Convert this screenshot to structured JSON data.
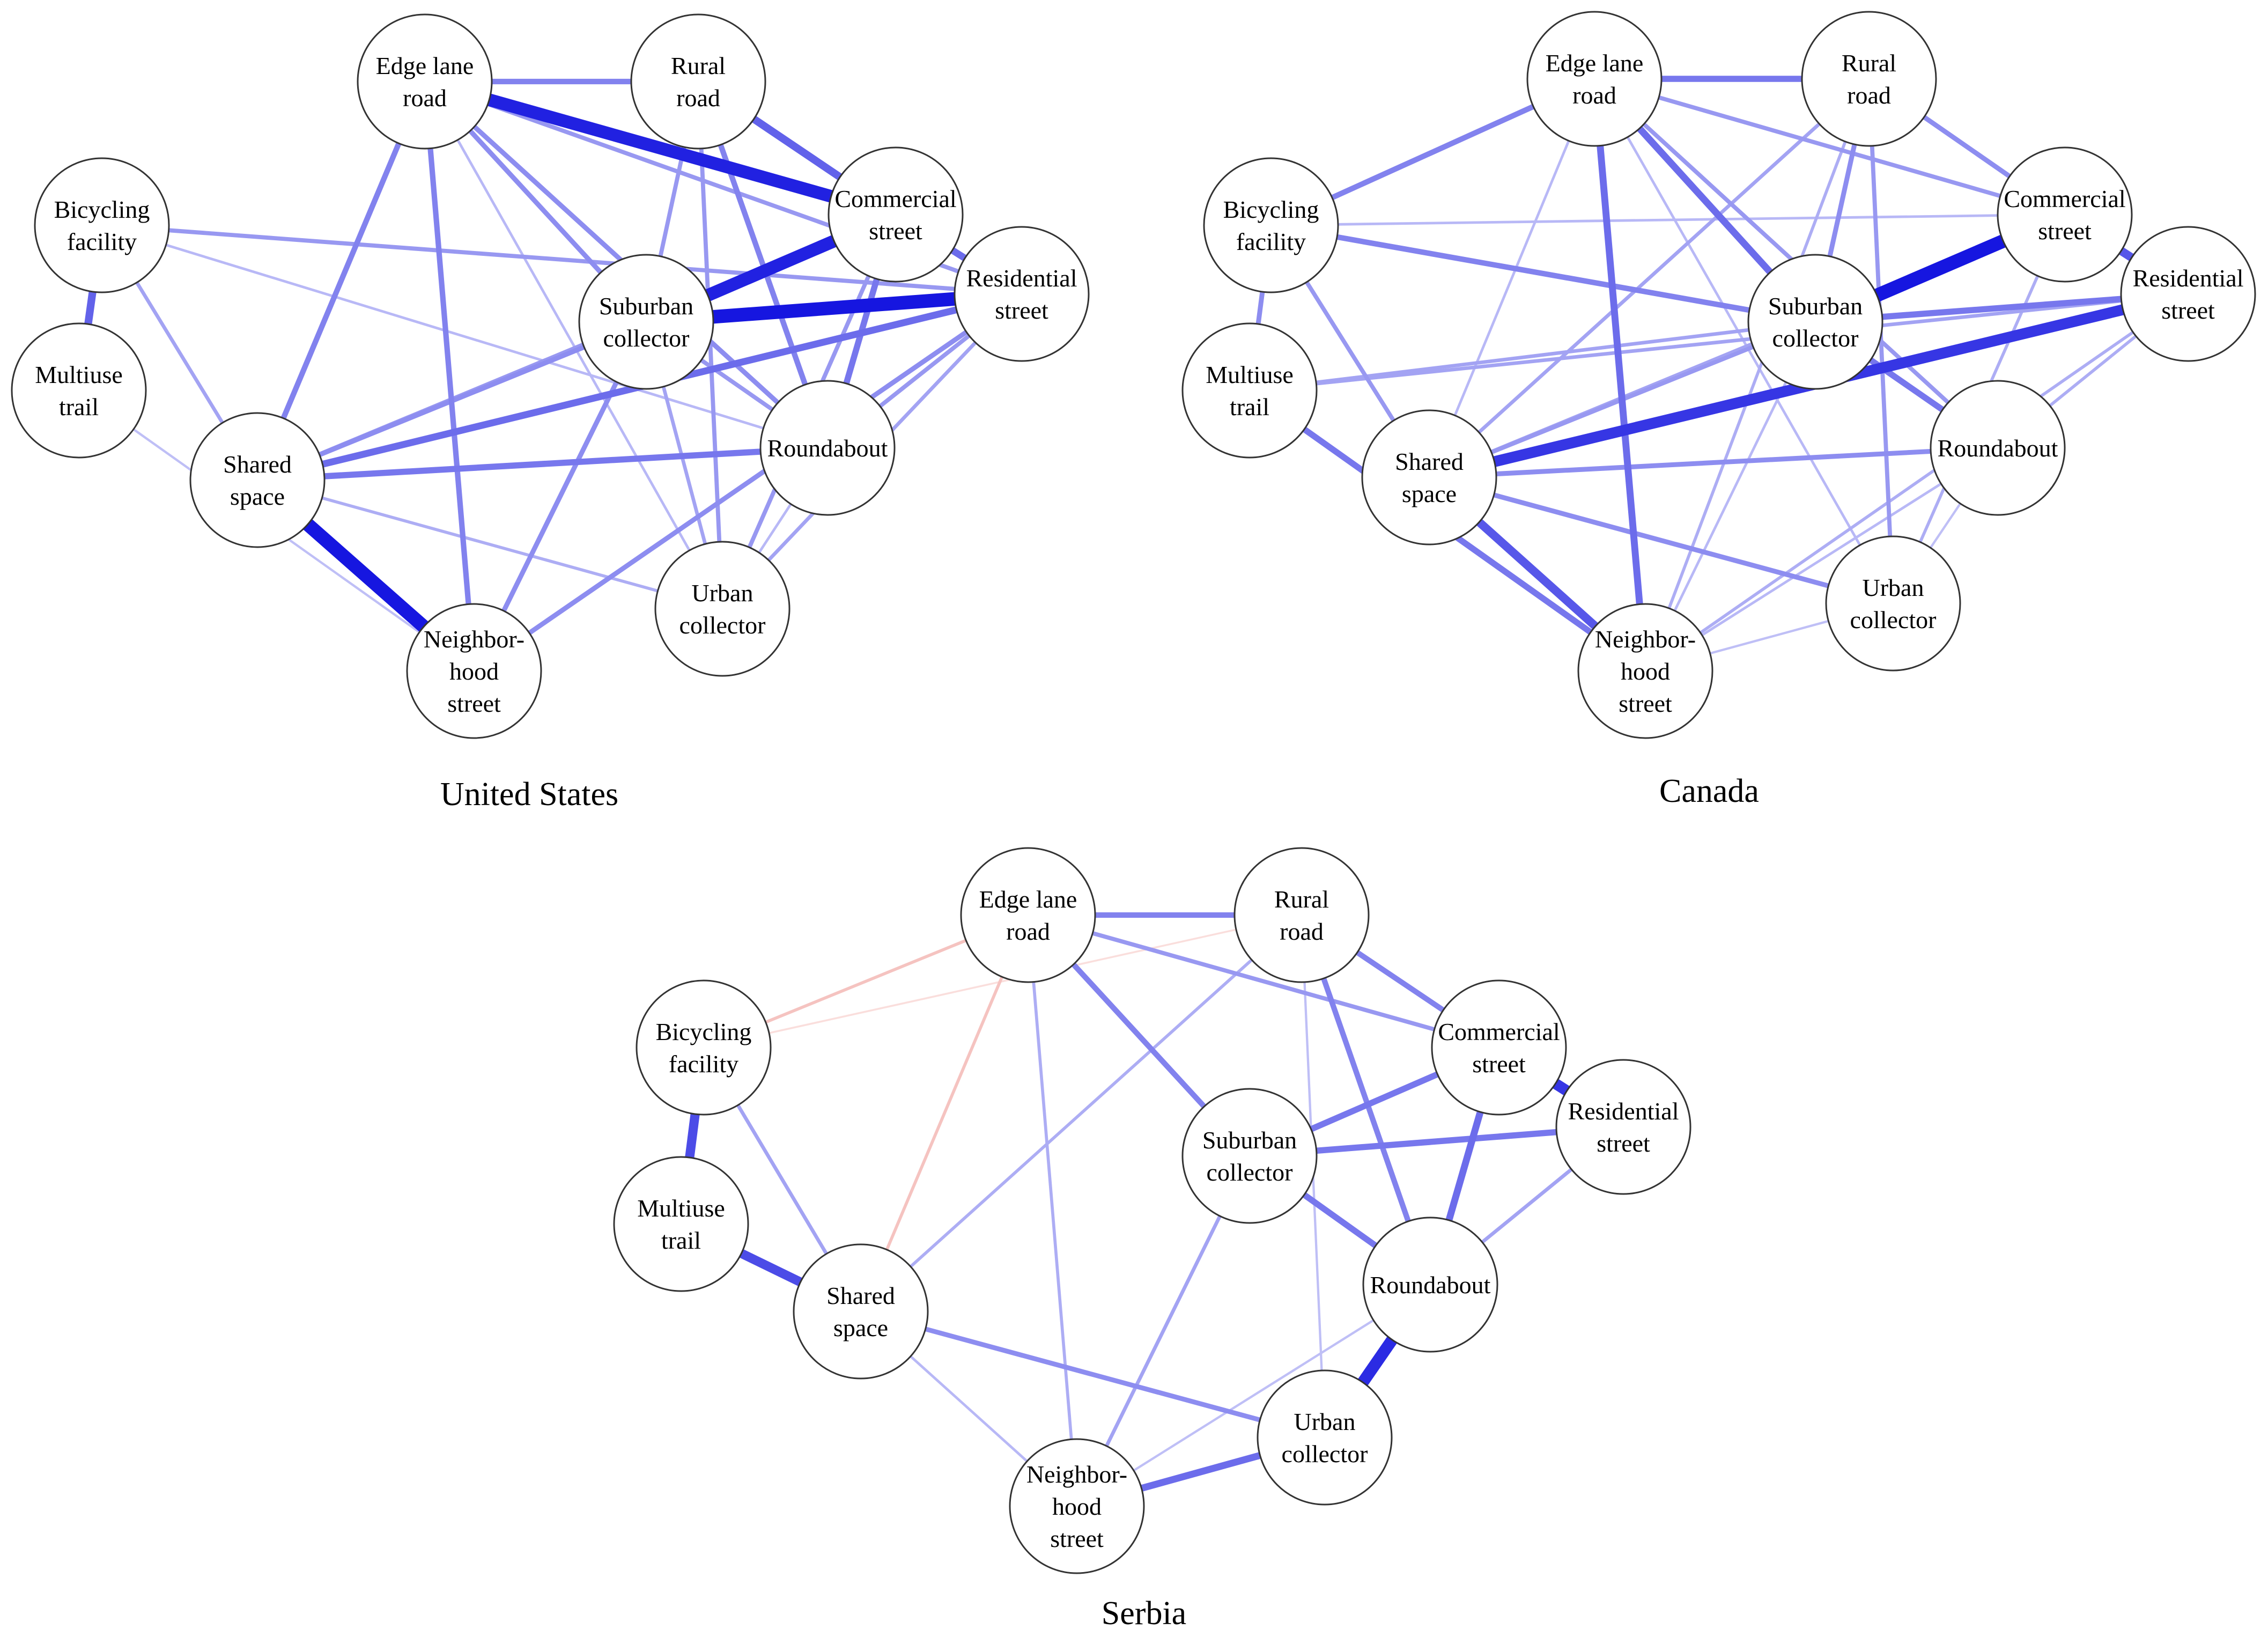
{
  "colors": {
    "positive": "#0000dd",
    "negative": "#e8706a",
    "node_fill": "#ffffff",
    "node_stroke": "#333333",
    "background": "#ffffff"
  },
  "nodes": [
    {
      "id": "edge",
      "lines": [
        "Edge lane",
        "road"
      ]
    },
    {
      "id": "rural",
      "lines": [
        "Rural",
        "road"
      ]
    },
    {
      "id": "bike",
      "lines": [
        "Bicycling",
        "facility"
      ]
    },
    {
      "id": "commercial",
      "lines": [
        "Commercial",
        "street"
      ]
    },
    {
      "id": "residential",
      "lines": [
        "Residential",
        "street"
      ]
    },
    {
      "id": "suburban",
      "lines": [
        "Suburban",
        "collector"
      ]
    },
    {
      "id": "multiuse",
      "lines": [
        "Multiuse",
        "trail"
      ]
    },
    {
      "id": "shared",
      "lines": [
        "Shared",
        "space"
      ]
    },
    {
      "id": "roundabout",
      "lines": [
        "Roundabout"
      ]
    },
    {
      "id": "urban",
      "lines": [
        "Urban",
        "collector"
      ]
    },
    {
      "id": "neighborhood",
      "lines": [
        "Neighbor-",
        "hood",
        "street"
      ]
    }
  ],
  "networks": [
    {
      "caption": "United States",
      "edges": [
        [
          "edge",
          "commercial",
          0.85
        ],
        [
          "suburban",
          "commercial",
          0.85
        ],
        [
          "suburban",
          "residential",
          0.9
        ],
        [
          "shared",
          "neighborhood",
          0.9
        ],
        [
          "bike",
          "multiuse",
          0.55
        ],
        [
          "rural",
          "commercial",
          0.55
        ],
        [
          "edge",
          "rural",
          0.4
        ],
        [
          "commercial",
          "residential",
          0.5
        ],
        [
          "shared",
          "residential",
          0.5
        ],
        [
          "shared",
          "roundabout",
          0.45
        ],
        [
          "edge",
          "shared",
          0.4
        ],
        [
          "edge",
          "neighborhood",
          0.4
        ],
        [
          "edge",
          "suburban",
          0.35
        ],
        [
          "edge",
          "residential",
          0.3
        ],
        [
          "edge",
          "roundabout",
          0.35
        ],
        [
          "rural",
          "suburban",
          0.3
        ],
        [
          "rural",
          "roundabout",
          0.4
        ],
        [
          "rural",
          "urban",
          0.3
        ],
        [
          "commercial",
          "roundabout",
          0.45
        ],
        [
          "commercial",
          "shared",
          0.3
        ],
        [
          "commercial",
          "urban",
          0.3
        ],
        [
          "suburban",
          "shared",
          0.35
        ],
        [
          "suburban",
          "neighborhood",
          0.35
        ],
        [
          "suburban",
          "roundabout",
          0.3
        ],
        [
          "suburban",
          "urban",
          0.25
        ],
        [
          "residential",
          "roundabout",
          0.3
        ],
        [
          "residential",
          "neighborhood",
          0.35
        ],
        [
          "residential",
          "urban",
          0.25
        ],
        [
          "bike",
          "residential",
          0.3
        ],
        [
          "bike",
          "shared",
          0.25
        ],
        [
          "bike",
          "roundabout",
          0.15
        ],
        [
          "multiuse",
          "neighborhood",
          0.12
        ],
        [
          "shared",
          "urban",
          0.2
        ],
        [
          "roundabout",
          "urban",
          0.15
        ],
        [
          "edge",
          "urban",
          0.15
        ]
      ]
    },
    {
      "caption": "Canada",
      "edges": [
        [
          "suburban",
          "commercial",
          0.9
        ],
        [
          "shared",
          "residential",
          0.75
        ],
        [
          "commercial",
          "residential",
          0.6
        ],
        [
          "shared",
          "neighborhood",
          0.6
        ],
        [
          "edge",
          "suburban",
          0.5
        ],
        [
          "edge",
          "neighborhood",
          0.5
        ],
        [
          "edge",
          "rural",
          0.45
        ],
        [
          "multiuse",
          "neighborhood",
          0.45
        ],
        [
          "suburban",
          "residential",
          0.45
        ],
        [
          "bike",
          "edge",
          0.4
        ],
        [
          "bike",
          "suburban",
          0.4
        ],
        [
          "suburban",
          "roundabout",
          0.45
        ],
        [
          "rural",
          "suburban",
          0.35
        ],
        [
          "rural",
          "commercial",
          0.35
        ],
        [
          "edge",
          "commercial",
          0.3
        ],
        [
          "edge",
          "roundabout",
          0.3
        ],
        [
          "bike",
          "multiuse",
          0.35
        ],
        [
          "bike",
          "shared",
          0.3
        ],
        [
          "shared",
          "roundabout",
          0.35
        ],
        [
          "shared",
          "urban",
          0.35
        ],
        [
          "shared",
          "suburban",
          0.3
        ],
        [
          "multiuse",
          "suburban",
          0.25
        ],
        [
          "multiuse",
          "residential",
          0.25
        ],
        [
          "rural",
          "urban",
          0.3
        ],
        [
          "rural",
          "shared",
          0.25
        ],
        [
          "rural",
          "neighborhood",
          0.2
        ],
        [
          "commercial",
          "urban",
          0.2
        ],
        [
          "commercial",
          "shared",
          0.25
        ],
        [
          "residential",
          "neighborhood",
          0.2
        ],
        [
          "residential",
          "roundabout",
          0.2
        ],
        [
          "bike",
          "commercial",
          0.15
        ],
        [
          "edge",
          "shared",
          0.15
        ],
        [
          "edge",
          "urban",
          0.15
        ],
        [
          "suburban",
          "neighborhood",
          0.15
        ],
        [
          "roundabout",
          "neighborhood",
          0.15
        ],
        [
          "urban",
          "neighborhood",
          0.12
        ],
        [
          "roundabout",
          "urban",
          0.12
        ]
      ]
    },
    {
      "caption": "Serbia",
      "edges": [
        [
          "roundabout",
          "urban",
          0.8
        ],
        [
          "commercial",
          "residential",
          0.75
        ],
        [
          "bike",
          "multiuse",
          0.65
        ],
        [
          "multiuse",
          "shared",
          0.65
        ],
        [
          "neighborhood",
          "urban",
          0.5
        ],
        [
          "commercial",
          "roundabout",
          0.5
        ],
        [
          "suburban",
          "roundabout",
          0.45
        ],
        [
          "suburban",
          "commercial",
          0.45
        ],
        [
          "suburban",
          "residential",
          0.45
        ],
        [
          "edge",
          "rural",
          0.4
        ],
        [
          "edge",
          "suburban",
          0.4
        ],
        [
          "rural",
          "commercial",
          0.4
        ],
        [
          "rural",
          "roundabout",
          0.4
        ],
        [
          "edge",
          "commercial",
          0.3
        ],
        [
          "shared",
          "urban",
          0.35
        ],
        [
          "bike",
          "shared",
          0.25
        ],
        [
          "residential",
          "roundabout",
          0.25
        ],
        [
          "suburban",
          "neighborhood",
          0.25
        ],
        [
          "rural",
          "shared",
          0.2
        ],
        [
          "edge",
          "neighborhood",
          0.2
        ],
        [
          "shared",
          "neighborhood",
          0.15
        ],
        [
          "rural",
          "urban",
          0.12
        ],
        [
          "neighborhood",
          "roundabout",
          0.12
        ],
        [
          "bike",
          "edge",
          -0.2
        ],
        [
          "edge",
          "shared",
          -0.2
        ],
        [
          "rural",
          "bike",
          -0.06
        ]
      ]
    }
  ]
}
